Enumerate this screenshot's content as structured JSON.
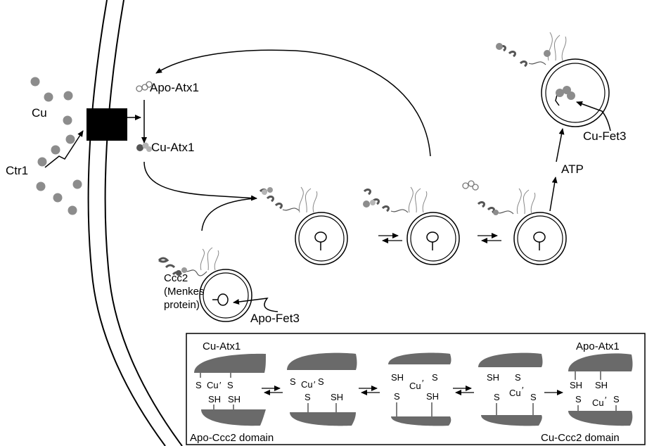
{
  "labels": {
    "cu": "Cu",
    "ctr1": "Ctr1",
    "apo_atx1": "Apo-Atx1",
    "cu_atx1": "Cu-Atx1",
    "ccc2_line1": "Ccc2",
    "ccc2_line2": "(Menkes",
    "ccc2_line3": "protein)",
    "apo_fet3": "Apo-Fet3",
    "cu_fet3": "Cu-Fet3",
    "atp": "ATP"
  },
  "inset": {
    "cu_atx1": "Cu-Atx1",
    "apo_atx1": "Apo-Atx1",
    "apo_ccc2_domain": "Apo-Ccc2 domain",
    "cu_ccc2_domain": "Cu-Ccc2 domain",
    "s": "S",
    "sh": "SH",
    "cu": "Cu",
    "prime": "′"
  },
  "colors": {
    "copper": "#8c8c8c",
    "protein_dark": "#555555",
    "protein_light": "#b5b5b5",
    "transporter": "#000000",
    "line": "#000000"
  }
}
